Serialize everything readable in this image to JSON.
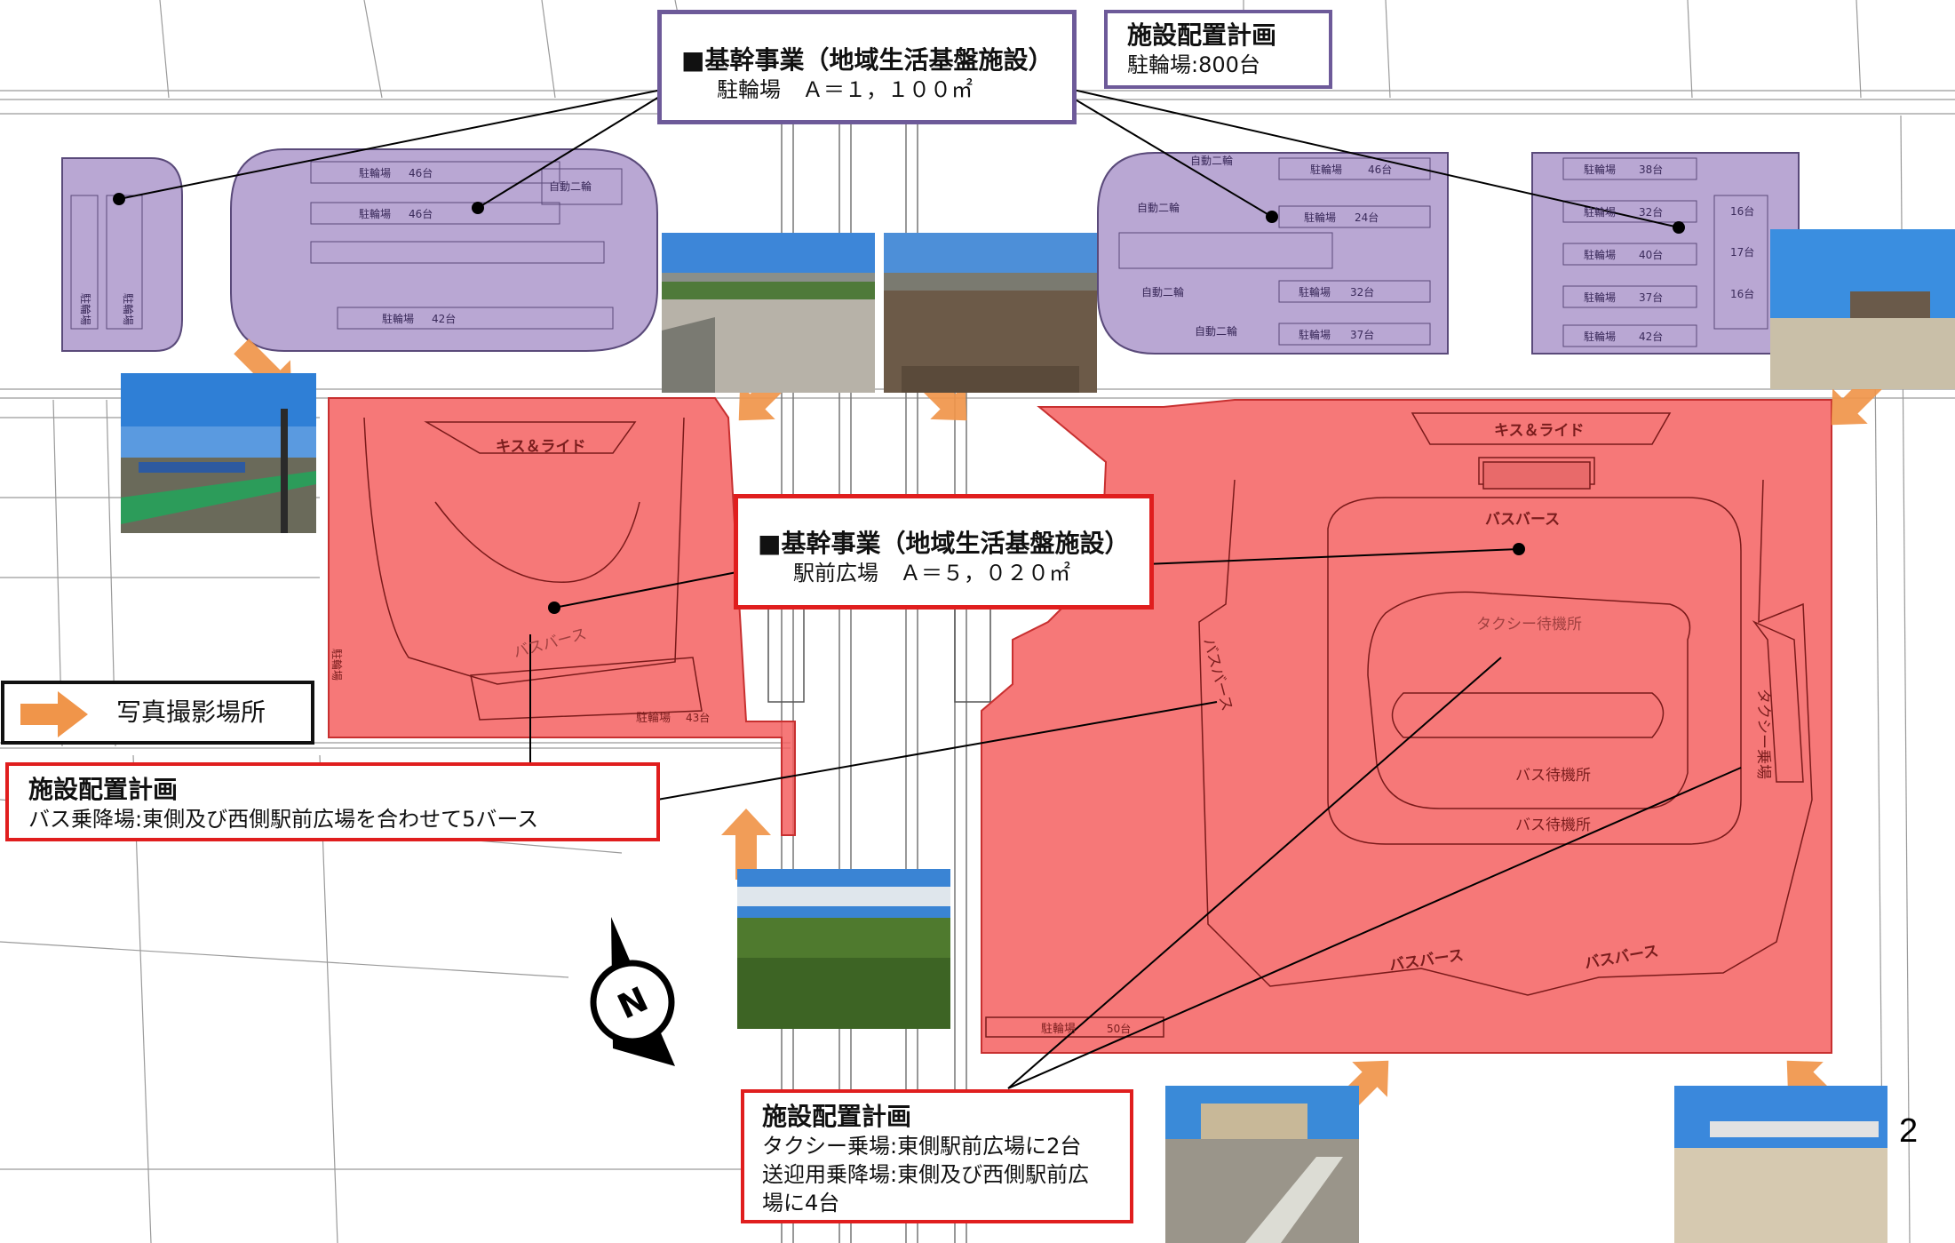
{
  "callouts": {
    "top_main": {
      "title": "■基幹事業（地域生活基盤施設）",
      "body": "駐輪場　Ａ＝１，１００㎡"
    },
    "top_plan": {
      "title": "施設配置計画",
      "body": "駐輪場:800台"
    },
    "center_main": {
      "title": "■基幹事業（地域生活基盤施設）",
      "body": "駅前広場　Ａ＝５，０２０㎡"
    },
    "left_plan": {
      "title": "施設配置計画",
      "body": "バス乗降場:東側及び西側駅前広場を合わせて5バース"
    },
    "bottom_plan": {
      "title": "施設配置計画",
      "lines": [
        "タクシー乗場:東側駅前広場に2台",
        "送迎用乗降場:東側及び西側駅前広",
        "場に4台"
      ]
    }
  },
  "legend": {
    "label": "写真撮影場所"
  },
  "map_labels": {
    "kiss_ride": "キス＆ライド",
    "bus_berth": "バスバース",
    "taxi_waiting": "タクシー待機所",
    "bus_waiting": "バス待機所",
    "taxi_stand": "タクシー乗場",
    "bicycle_parking": "駐輪場",
    "moto_parking": "自動二輪",
    "bike_counts": {
      "a": "46台",
      "b": "46台",
      "c": "42台",
      "d": "43台",
      "e": "46台",
      "f": "24台",
      "g": "32台",
      "h": "37台",
      "i": "38台",
      "j": "32台",
      "k": "40台",
      "l": "37台",
      "m": "42台",
      "n": "50台",
      "o": "16台",
      "p": "17台",
      "q": "16台"
    },
    "north": "N"
  },
  "page_number": "2",
  "colors": {
    "purple_zone": "#b9a7d3",
    "red_zone": "#f45a5a",
    "purple_border": "#7a63a3",
    "red_border": "#e01e1e",
    "arrow": "#f0954a"
  }
}
